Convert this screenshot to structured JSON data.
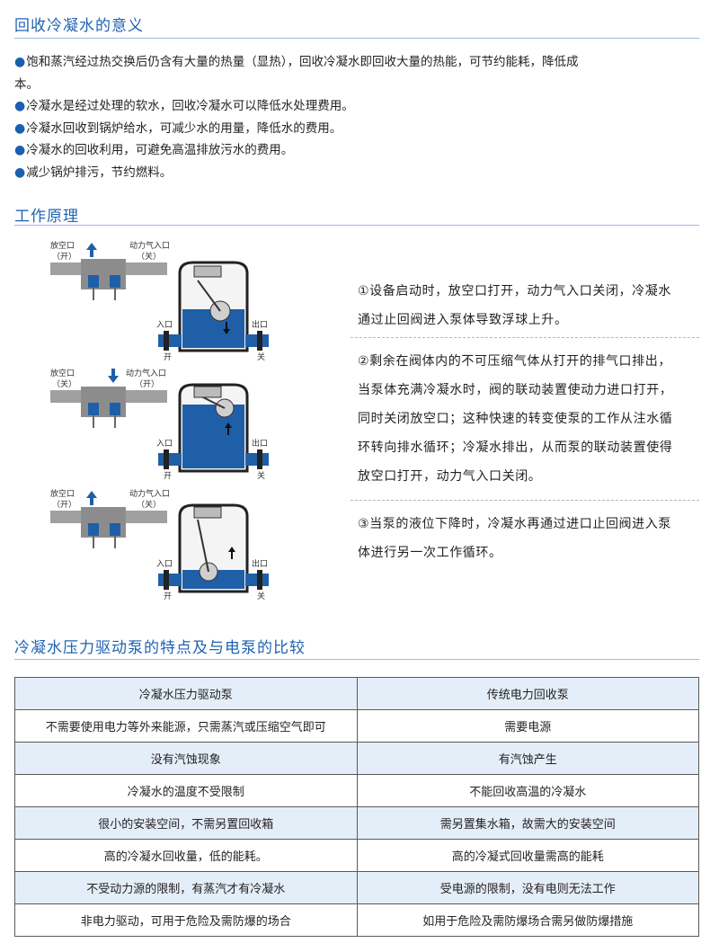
{
  "section1": {
    "title": "回收冷凝水的意义",
    "bullets": [
      {
        "line1": "饱和蒸汽经过热交换后仍含有大量的热量（显热），回收冷凝水即回收大量的热能，可节约能耗，降低成",
        "line2": "本。"
      },
      {
        "line1": "冷凝水是经过处理的软水，回收冷凝水可以降低水处理费用。"
      },
      {
        "line1": "冷凝水回收到锅炉给水，可减少水的用量，降低水的费用。"
      },
      {
        "line1": "冷凝水的回收利用，可避免高温排放污水的费用。"
      },
      {
        "line1": "减少锅炉排污，节约燃料。"
      }
    ]
  },
  "section2": {
    "title": "工作原理",
    "steps": [
      {
        "lines": [
          "①设备启动时，放空口打开，动力气入口关闭，冷凝水",
          "通过止回阀进入泵体导致浮球上升。"
        ]
      },
      {
        "lines": [
          "②剩余在阀体内的不可压缩气体从打开的排气口排出，",
          "当泵体充满冷凝水时，阀的联动装置使动力进口打开，",
          "同时关闭放空口；这种快速的转变使泵的工作从注水循",
          "环转向排水循环；冷凝水排出，从而泵的联动装置使得",
          "放空口打开，动力气入口关闭。"
        ]
      },
      {
        "lines": [
          "③当泵的液位下降时，冷凝水再通过进口止回阀进入泵",
          "体进行另一次工作循环。"
        ]
      }
    ],
    "diagrams": [
      {
        "vent_label": "放空口",
        "vent_state": "（开）",
        "power_label": "动力气入口",
        "power_state": "（关）",
        "inlet": "入口",
        "inlet_state": "开",
        "outlet": "出口",
        "outlet_state": "关"
      },
      {
        "vent_label": "放空口",
        "vent_state": "（关）",
        "power_label": "动力气入口",
        "power_state": "（开）",
        "inlet": "入口",
        "inlet_state": "开",
        "outlet": "出口",
        "outlet_state": "关"
      },
      {
        "vent_label": "放空口",
        "vent_state": "（开）",
        "power_label": "动力气入口",
        "power_state": "（关）",
        "inlet": "入口",
        "inlet_state": "开",
        "outlet": "出口",
        "outlet_state": "关"
      }
    ],
    "colors": {
      "water": "#1f5fa8",
      "steel": "#9a9a9a"
    }
  },
  "section3": {
    "title": "冷凝水压力驱动泵的特点及与电泵的比较",
    "rows": [
      [
        "冷凝水压力驱动泵",
        "传统电力回收泵"
      ],
      [
        "不需要使用电力等外来能源，只需蒸汽或压缩空气即可",
        "需要电源"
      ],
      [
        "没有汽蚀现象",
        "有汽蚀产生"
      ],
      [
        "冷凝水的温度不受限制",
        "不能回收高温的冷凝水"
      ],
      [
        "很小的安装空间，不需另置回收箱",
        "需另置集水箱，故需大的安装空间"
      ],
      [
        "高的冷凝水回收量，低的能耗。",
        "高的冷凝式回收量需高的能耗"
      ],
      [
        "不受动力源的限制，有蒸汽才有冷凝水",
        "受电源的限制，没有电则无法工作"
      ],
      [
        "非电力驱动，可用于危险及需防爆的场合",
        "如用于危险及需防爆场合需另做防爆措施"
      ]
    ]
  },
  "colors": {
    "accent": "#1f63b4",
    "rule": "#9bbbe0",
    "table_band": "#e4eef8"
  }
}
